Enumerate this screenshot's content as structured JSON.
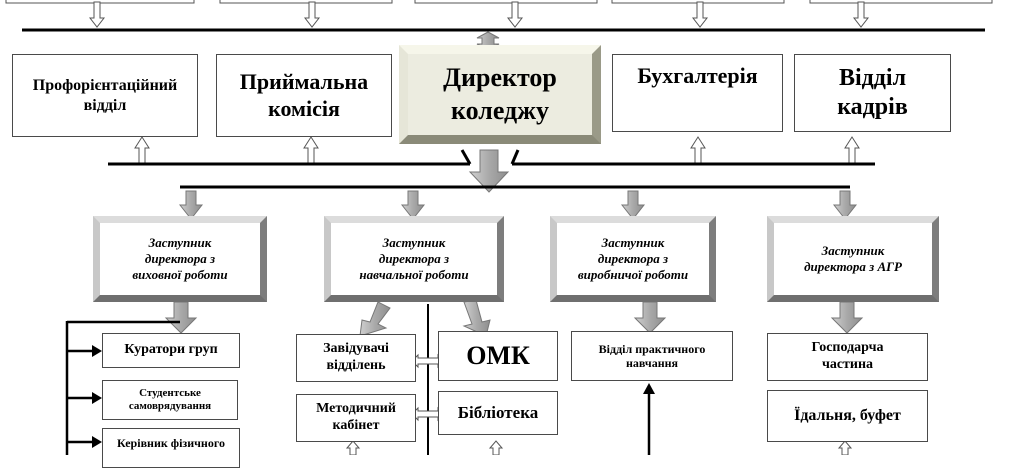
{
  "top_row": {
    "proforientation": "Профорієнтаційний\nвідділ",
    "admission": "Приймальна\nкомісія",
    "director": "Директор\nколеджу",
    "accounting": "Бухгалтерія",
    "hr": "Відділ\nкадрів"
  },
  "deputies": {
    "educational_work": "Заступник\nдиректора з\nвиховної роботи",
    "academic_work": "Заступник\nдиректора з\nнавчальної роботи",
    "production_work": "Заступник\nдиректора з\nвиробничої роботи",
    "agr": "Заступник\nдиректора з АГР"
  },
  "units": {
    "group_curators": "Куратори груп",
    "student_government": "Студентське\nсамоврядування",
    "pe_head": "Керівник фізичного",
    "department_heads": "Завідувачі\nвідділень",
    "omk": "ОМК",
    "methodical_office": "Методичний\nкабінет",
    "library": "Бібліотека",
    "practical_training": "Відділ практичного\nнавчання",
    "maintenance": "Господарча\nчастина",
    "canteen": "Їдальня, буфет"
  }
}
